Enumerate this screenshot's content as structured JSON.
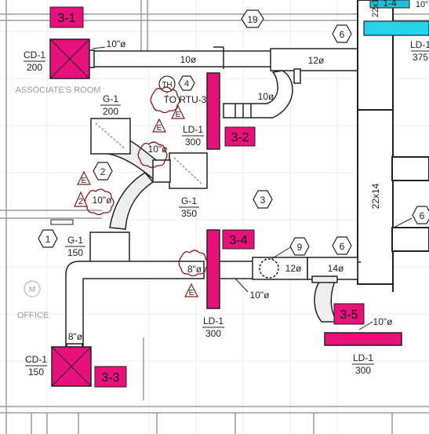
{
  "tags": {
    "t31": "3-1",
    "t32": "3-2",
    "t33": "3-3",
    "t34": "3-4",
    "t35": "3-5",
    "t14": "1-4"
  },
  "diffusers": {
    "cd1_top": {
      "type": "CD-1",
      "cfm": "200"
    },
    "cd1_bottom": {
      "type": "CD-1",
      "cfm": "150"
    },
    "ld1_top": {
      "type": "LD-1",
      "cfm": "300"
    },
    "ld1_mid": {
      "type": "LD-1",
      "cfm": "300"
    },
    "ld1_bottom": {
      "type": "LD-1",
      "cfm": "300"
    },
    "ld1_right": {
      "type": "LD-1",
      "cfm": "375"
    }
  },
  "grilles": {
    "g1_left": {
      "type": "G-1",
      "cfm": "200"
    },
    "g1_center": {
      "type": "G-1",
      "cfm": "350"
    },
    "g1_lower": {
      "type": "G-1",
      "cfm": "150"
    }
  },
  "rooms": {
    "associates": "ASSOCIATE'S ROOM",
    "office": "OFFICE",
    "office_tag": "M"
  },
  "sizes": {
    "s10a": "10\"ø",
    "s10b": "10ø",
    "s12a": "12ø",
    "s10c": "10ø",
    "s10d": "10\"ø",
    "s10e": "10\"ø",
    "s10f": "10\"ø",
    "s12b": "12ø",
    "s14": "14ø",
    "s10g": "10\"ø",
    "s8a": "8\"ø",
    "s8b": "8\"ø",
    "s22x14": "22x14",
    "s22x1": "22x1",
    "s10top": "10\""
  },
  "keynotes": {
    "k19": "19",
    "k6a": "6",
    "k4": "4",
    "k3": "3",
    "k2": "2",
    "k1": "1",
    "k9": "9",
    "k6b": "6",
    "k6c": "6"
  },
  "notes": {
    "thermostat": "TH",
    "to_rtu": "TO RTU-3",
    "e": "E",
    "rev2": "2"
  }
}
